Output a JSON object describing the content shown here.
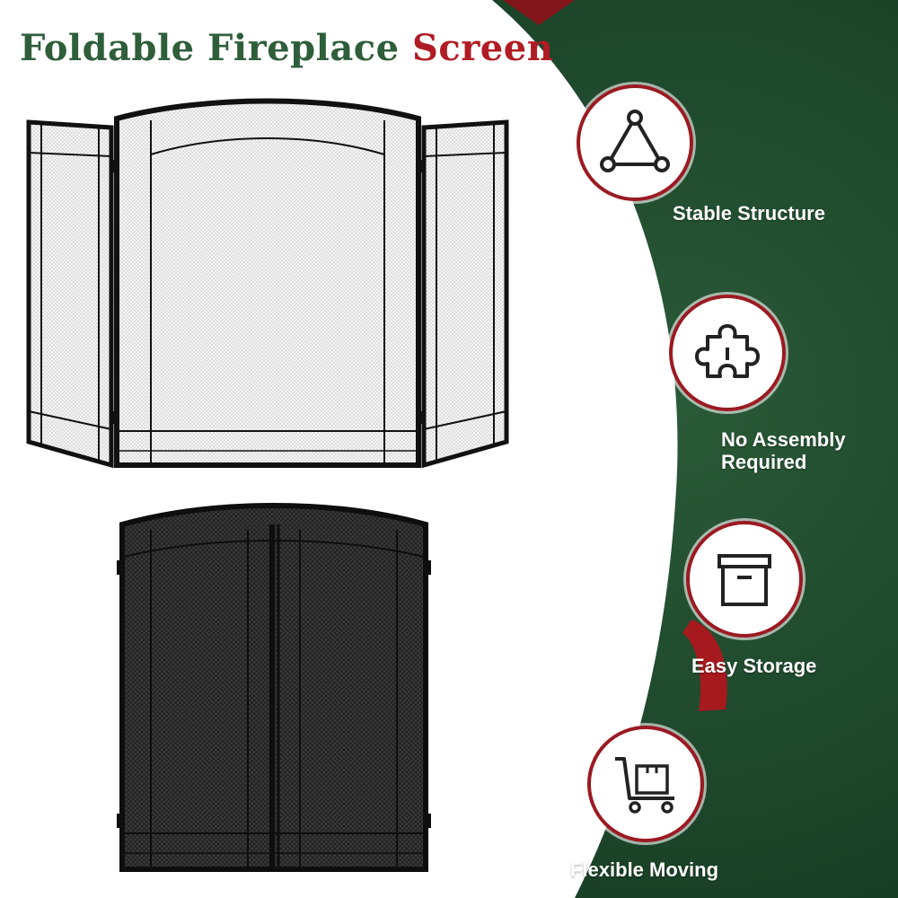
{
  "title": {
    "word1": "Foldable",
    "word2": "Fireplace",
    "word3": "Screen"
  },
  "features": [
    {
      "icon": "triangle-structure-icon",
      "label_lines": [
        "Stable Structure"
      ]
    },
    {
      "icon": "puzzle-piece-icon",
      "label_lines": [
        "No Assembly",
        "Required"
      ]
    },
    {
      "icon": "storage-box-icon",
      "label_lines": [
        "Easy Storage"
      ]
    },
    {
      "icon": "hand-truck-icon",
      "label_lines": [
        "Flexible Moving"
      ]
    }
  ],
  "colors": {
    "background_green": "#1f4a2e",
    "accent_red": "#9b1a22",
    "title_green": "#2f5e3a",
    "title_red": "#b01c24",
    "frame_black": "#111111"
  }
}
